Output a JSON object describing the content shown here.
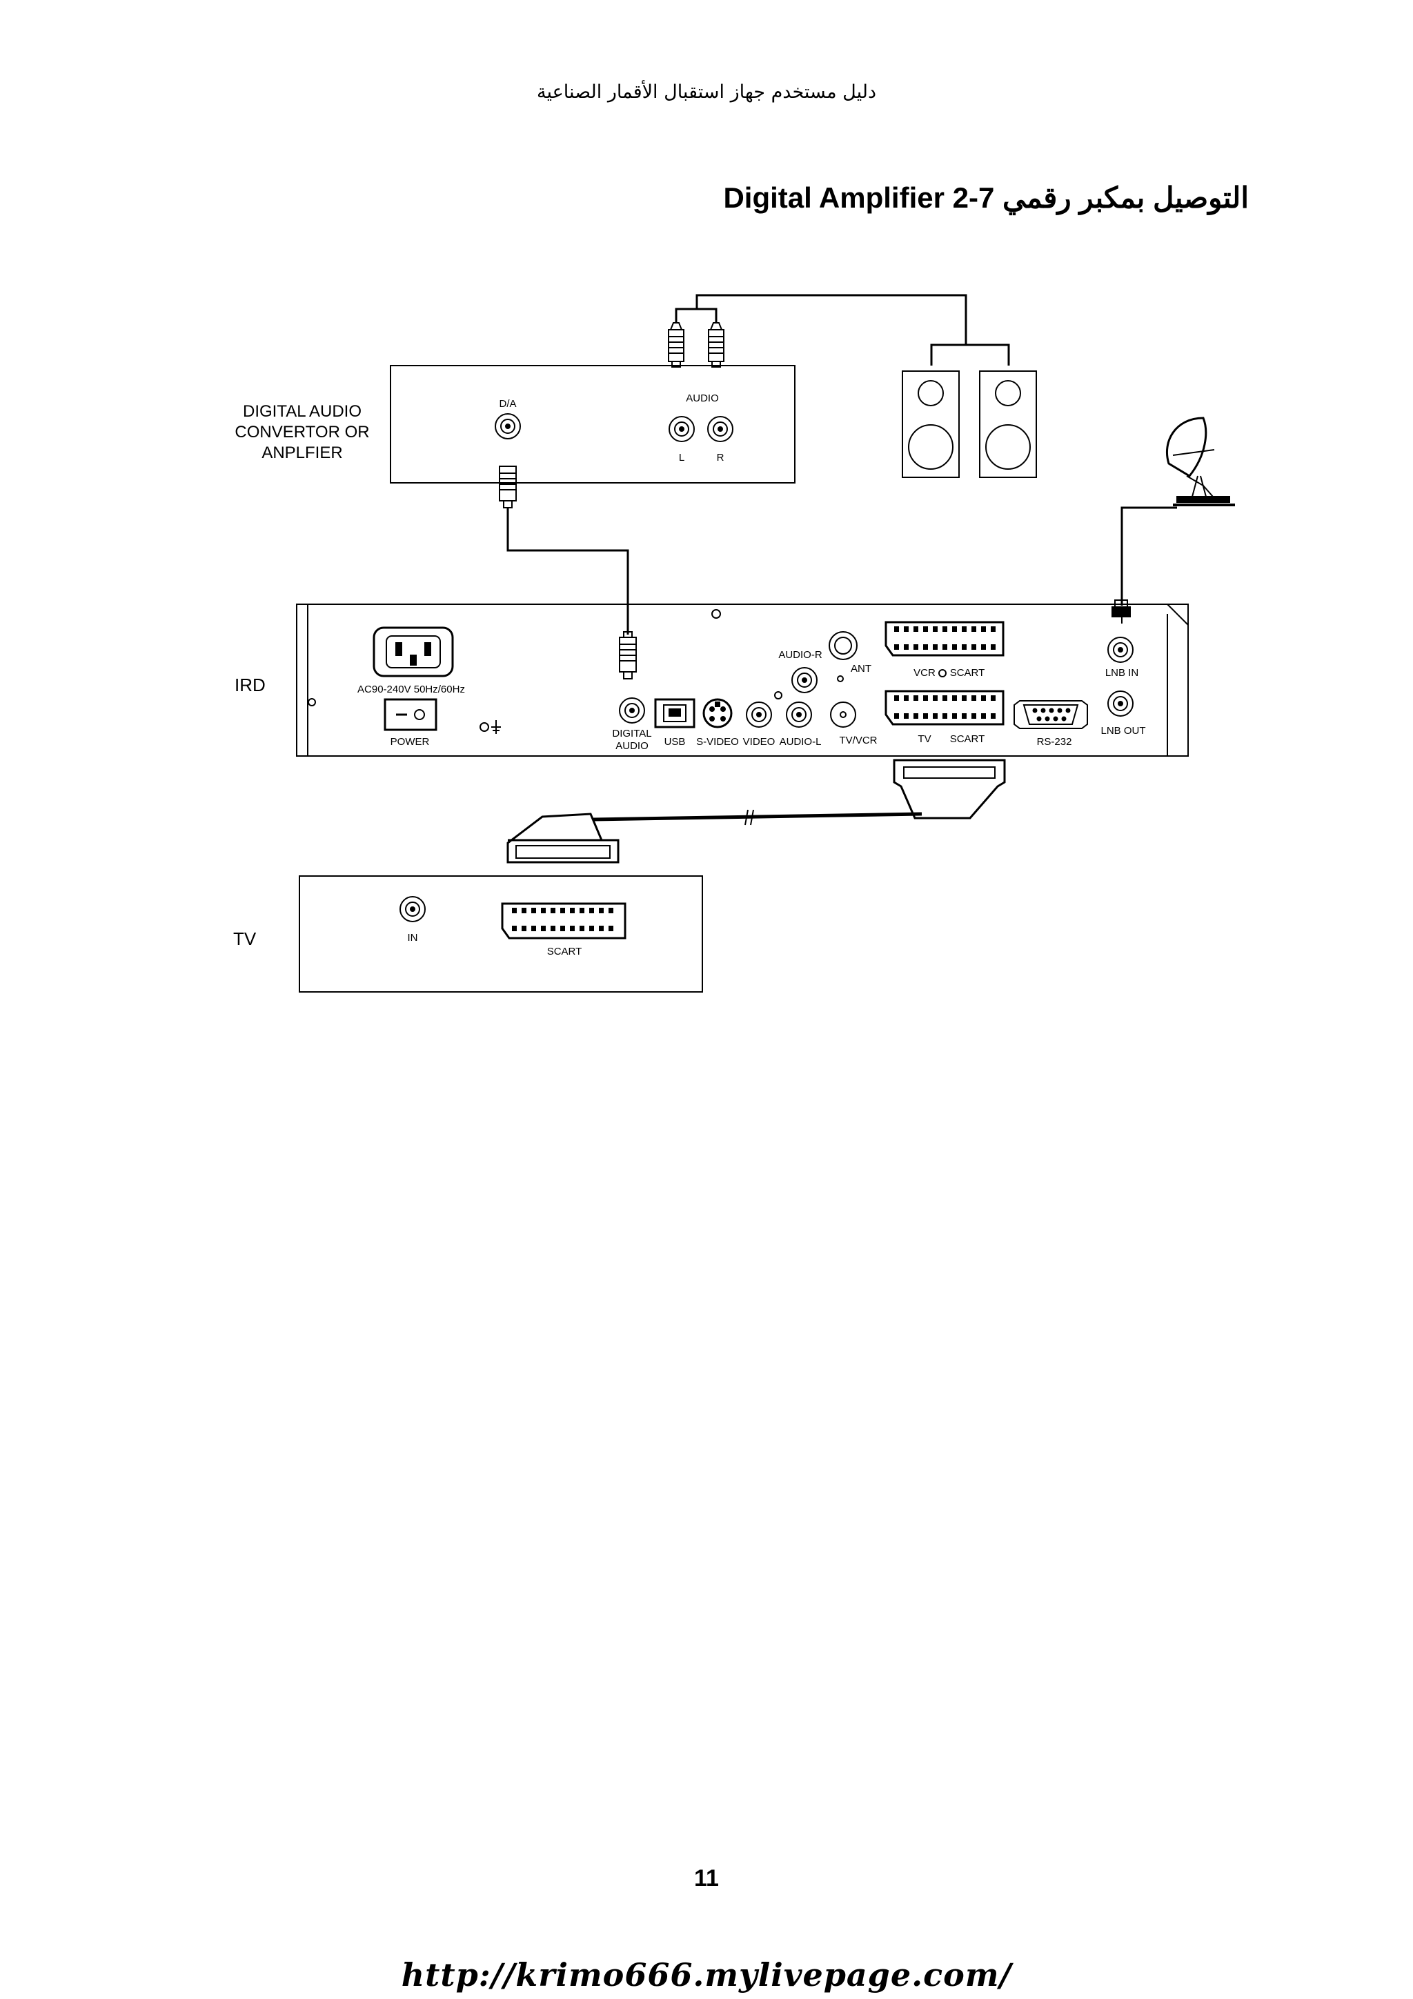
{
  "header": {
    "text": "دليل مستخدم جهاز استقبال الأقمار الصناعية"
  },
  "section": {
    "number": "7-2",
    "title_ar": "التوصيل بمكبر رقمي",
    "title_en": "Digital Amplifier"
  },
  "diagram": {
    "amp_label_lines": [
      "DIGITAL AUDIO",
      "CONVERTOR OR",
      "ANPLFIER"
    ],
    "amp_ports": {
      "da": "D/A",
      "audio": "AUDIO",
      "left": "L",
      "right": "R"
    },
    "ird_label": "IRD",
    "ird_ports": {
      "power_spec": "AC90-240V 50Hz/60Hz",
      "power": "POWER",
      "digital_audio_1": "DIGITAL",
      "digital_audio_2": "AUDIO",
      "usb": "USB",
      "svideo": "S-VIDEO",
      "video": "VIDEO",
      "audio_l": "AUDIO-L",
      "audio_r": "AUDIO-R",
      "ant": "ANT",
      "tvvcr": "TV/VCR",
      "vcr": "VCR",
      "vcr_scart": "SCART",
      "tv": "TV",
      "tv_scart": "SCART",
      "rs232": "RS-232",
      "lnb_in": "LNB IN",
      "lnb_out": "LNB OUT"
    },
    "tv_label": "TV",
    "tv_ports": {
      "in": "IN",
      "scart": "SCART"
    }
  },
  "page_number": "11",
  "footer": {
    "url": "http://krimo666.mylivepage.com/"
  }
}
